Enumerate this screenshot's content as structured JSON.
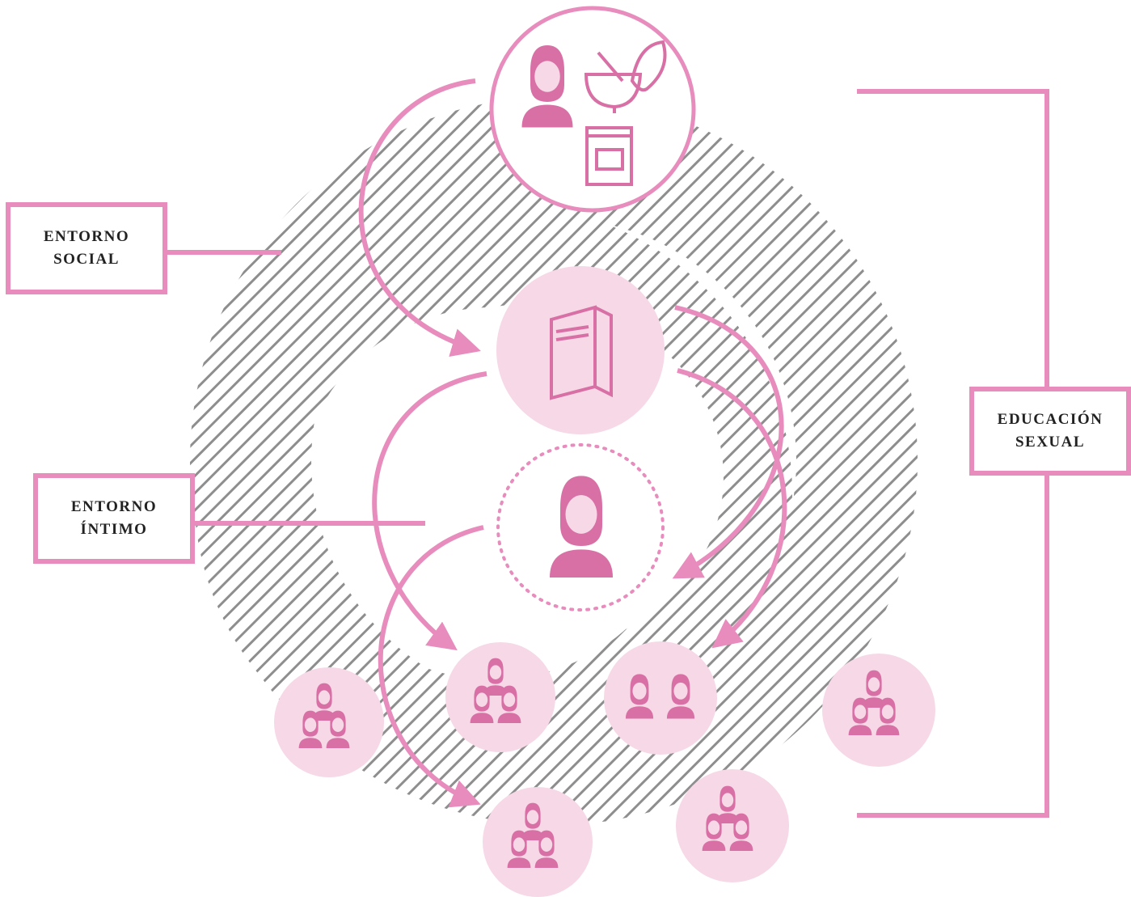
{
  "labels": {
    "entorno_social": [
      "ENTORNO",
      "SOCIAL"
    ],
    "entorno_intimo": [
      "ENTORNO",
      "ÍNTIMO"
    ],
    "educacion_sexual": [
      "EDUCACIÓN",
      "SEXUAL"
    ]
  },
  "colors": {
    "accent": "#e78cbc",
    "icon": "#d870a6",
    "light_circle": "#f6d8e7",
    "hatch": "#8e8e8e",
    "text": "#222222"
  },
  "icons": {
    "top_circle": [
      "woman-icon",
      "mortar-pestle-herb-icon",
      "book-icon"
    ],
    "center_circle": "leaflet-icon",
    "dotted_circle": "woman-icon",
    "family_circles": [
      "family-icon",
      "family-icon",
      "couple-icon",
      "family-icon",
      "family-icon",
      "family-icon"
    ]
  }
}
